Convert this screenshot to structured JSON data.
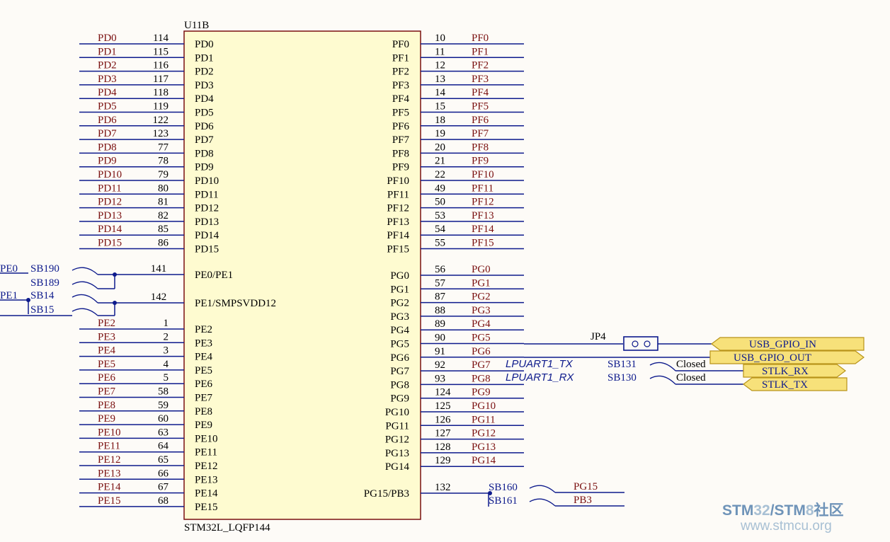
{
  "chip": {
    "ref": "U11B",
    "part": "STM32L_LQFP144",
    "left_pins": [
      {
        "name": "PD0",
        "num": "114",
        "net": "PD0"
      },
      {
        "name": "PD1",
        "num": "115",
        "net": "PD1"
      },
      {
        "name": "PD2",
        "num": "116",
        "net": "PD2"
      },
      {
        "name": "PD3",
        "num": "117",
        "net": "PD3"
      },
      {
        "name": "PD4",
        "num": "118",
        "net": "PD4"
      },
      {
        "name": "PD5",
        "num": "119",
        "net": "PD5"
      },
      {
        "name": "PD6",
        "num": "122",
        "net": "PD6"
      },
      {
        "name": "PD7",
        "num": "123",
        "net": "PD7"
      },
      {
        "name": "PD8",
        "num": "77",
        "net": "PD8"
      },
      {
        "name": "PD9",
        "num": "78",
        "net": "PD9"
      },
      {
        "name": "PD10",
        "num": "79",
        "net": "PD10"
      },
      {
        "name": "PD11",
        "num": "80",
        "net": "PD11"
      },
      {
        "name": "PD12",
        "num": "81",
        "net": "PD12"
      },
      {
        "name": "PD13",
        "num": "82",
        "net": "PD13"
      },
      {
        "name": "PD14",
        "num": "85",
        "net": "PD14"
      },
      {
        "name": "PD15",
        "num": "86",
        "net": "PD15"
      },
      {
        "name": "PE0/PE1",
        "num": "141",
        "net": ""
      },
      {
        "name": "PE1/SMPSVDD12",
        "num": "142",
        "net": ""
      },
      {
        "name": "PE2",
        "num": "1",
        "net": "PE2"
      },
      {
        "name": "PE3",
        "num": "2",
        "net": "PE3"
      },
      {
        "name": "PE4",
        "num": "3",
        "net": "PE4"
      },
      {
        "name": "PE5",
        "num": "4",
        "net": "PE5"
      },
      {
        "name": "PE6",
        "num": "5",
        "net": "PE6"
      },
      {
        "name": "PE7",
        "num": "58",
        "net": "PE7"
      },
      {
        "name": "PE8",
        "num": "59",
        "net": "PE8"
      },
      {
        "name": "PE9",
        "num": "60",
        "net": "PE9"
      },
      {
        "name": "PE10",
        "num": "63",
        "net": "PE10"
      },
      {
        "name": "PE11",
        "num": "64",
        "net": "PE11"
      },
      {
        "name": "PE12",
        "num": "65",
        "net": "PE12"
      },
      {
        "name": "PE13",
        "num": "66",
        "net": "PE13"
      },
      {
        "name": "PE14",
        "num": "67",
        "net": "PE14"
      },
      {
        "name": "PE15",
        "num": "68",
        "net": "PE15"
      }
    ],
    "right_pins": [
      {
        "name": "PF0",
        "num": "10",
        "net": "PF0"
      },
      {
        "name": "PF1",
        "num": "11",
        "net": "PF1"
      },
      {
        "name": "PF2",
        "num": "12",
        "net": "PF2"
      },
      {
        "name": "PF3",
        "num": "13",
        "net": "PF3"
      },
      {
        "name": "PF4",
        "num": "14",
        "net": "PF4"
      },
      {
        "name": "PF5",
        "num": "15",
        "net": "PF5"
      },
      {
        "name": "PF6",
        "num": "18",
        "net": "PF6"
      },
      {
        "name": "PF7",
        "num": "19",
        "net": "PF7"
      },
      {
        "name": "PF8",
        "num": "20",
        "net": "PF8"
      },
      {
        "name": "PF9",
        "num": "21",
        "net": "PF9"
      },
      {
        "name": "PF10",
        "num": "22",
        "net": "PF10"
      },
      {
        "name": "PF11",
        "num": "49",
        "net": "PF11"
      },
      {
        "name": "PF12",
        "num": "50",
        "net": "PF12"
      },
      {
        "name": "PF13",
        "num": "53",
        "net": "PF13"
      },
      {
        "name": "PF14",
        "num": "54",
        "net": "PF14"
      },
      {
        "name": "PF15",
        "num": "55",
        "net": "PF15"
      },
      {
        "name": "PG0",
        "num": "56",
        "net": "PG0"
      },
      {
        "name": "PG1",
        "num": "57",
        "net": "PG1"
      },
      {
        "name": "PG2",
        "num": "87",
        "net": "PG2"
      },
      {
        "name": "PG3",
        "num": "88",
        "net": "PG3"
      },
      {
        "name": "PG4",
        "num": "89",
        "net": "PG4"
      },
      {
        "name": "PG5",
        "num": "90",
        "net": "PG5"
      },
      {
        "name": "PG6",
        "num": "91",
        "net": "PG6"
      },
      {
        "name": "PG7",
        "num": "92",
        "net": "PG7"
      },
      {
        "name": "PG8",
        "num": "93",
        "net": "PG8"
      },
      {
        "name": "PG9",
        "num": "124",
        "net": "PG9"
      },
      {
        "name": "PG10",
        "num": "125",
        "net": "PG10"
      },
      {
        "name": "PG11",
        "num": "126",
        "net": "PG11"
      },
      {
        "name": "PG12",
        "num": "127",
        "net": "PG12"
      },
      {
        "name": "PG13",
        "num": "128",
        "net": "PG13"
      },
      {
        "name": "PG14",
        "num": "129",
        "net": "PG14"
      },
      {
        "name": "PG15/PB3",
        "num": "132",
        "net": ""
      }
    ]
  },
  "pe_bridges": {
    "pe0_net": "PE0",
    "pe1_net": "PE1",
    "sb190": "SB190",
    "sb189": "SB189",
    "sb14": "SB14",
    "sb15": "SB15"
  },
  "usb_gpio": {
    "jumper": "JP4",
    "port_in": "USB_GPIO_IN",
    "port_out": "USB_GPIO_OUT"
  },
  "lpuart": {
    "tx_label": "LPUART1_TX",
    "rx_label": "LPUART1_RX",
    "tx_bridge": "SB131",
    "rx_bridge": "SB130",
    "tx_state": "Closed",
    "rx_state": "Closed",
    "port_rx": "STLK_RX",
    "port_tx": "STLK_TX"
  },
  "pg15_bridges": {
    "sb160": "SB160",
    "sb161": "SB161",
    "net_pg15": "PG15",
    "net_pb3": "PB3"
  },
  "watermark": {
    "part_a": "STM",
    "part_b": "32",
    "part_c": "/",
    "part_d": "STM",
    "part_e": "8",
    "part_f": "社区",
    "url": "www.stmcu.org"
  },
  "colors": {
    "wire": "#0d1a8c",
    "net_label": "#7a1010",
    "body_fill": "#fefbd0",
    "body_stroke": "#7a1010",
    "port_fill": "#f7e17a",
    "port_stroke": "#b8941a",
    "wm_dark": "#6e93b8",
    "wm_light": "#a8c0d4"
  }
}
